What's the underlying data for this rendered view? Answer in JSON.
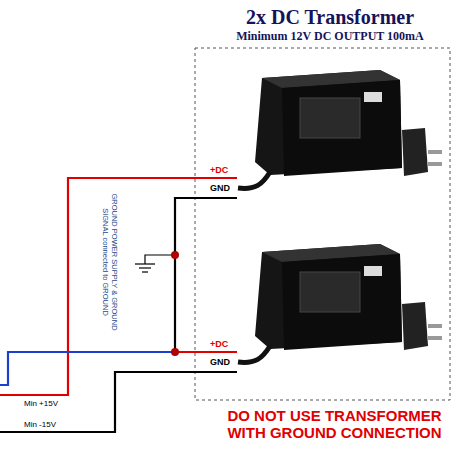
{
  "diagram": {
    "title": "2x DC Transformer",
    "labels": [
      "Minimum 12V DC OUTPUT 100mA",
      "+DC",
      "GND",
      "GROUND POWER SUPPLY & GROUND SIGNAL connected to GROUND",
      "+DC",
      "GND",
      "Min +15V",
      "Min -15V",
      "DO NOT USE TRANSFORMER WITH GROUND CONNECTION"
    ]
  }
}
